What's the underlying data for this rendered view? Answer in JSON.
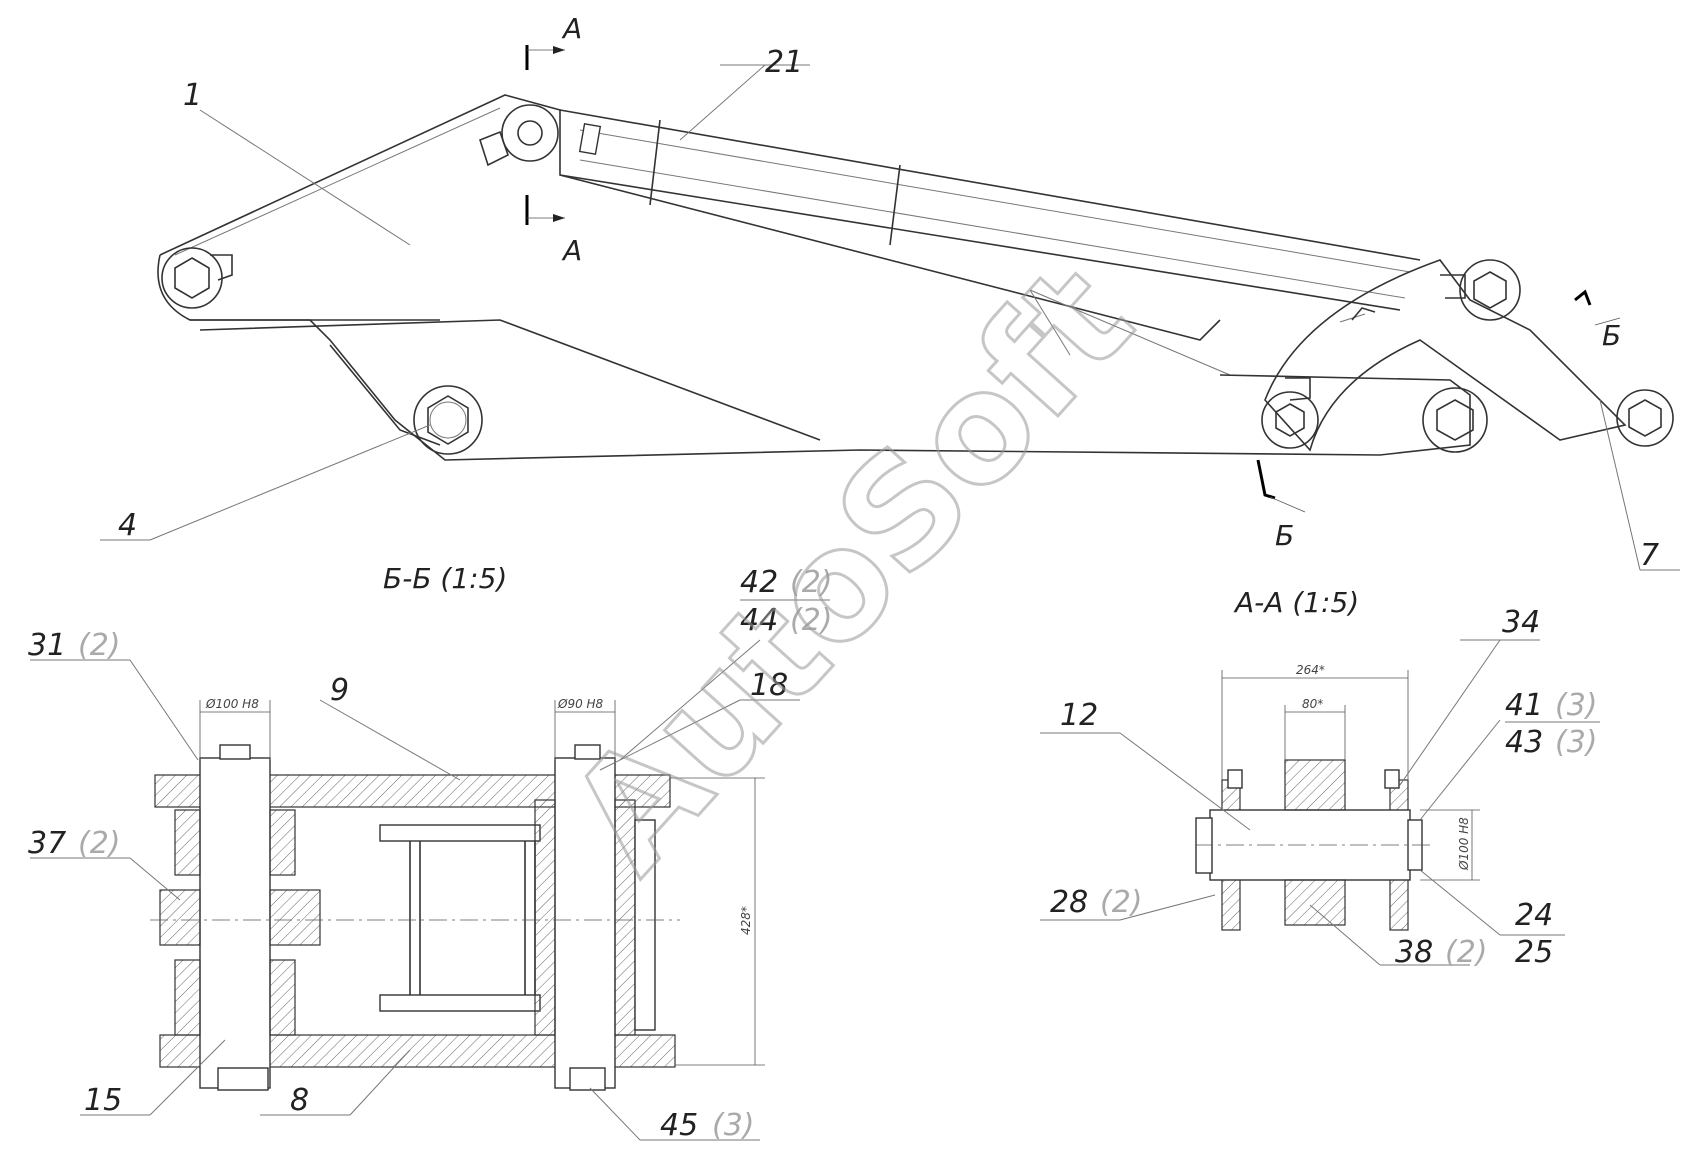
{
  "watermark": "AutoSoft",
  "section_titles": {
    "bb": "Б-Б (1:5)",
    "aa": "А-А (1:5)"
  },
  "section_markers": {
    "a_top": "А",
    "a_bottom": "А",
    "b_top": "Б",
    "b_bottom": "Б"
  },
  "callouts": {
    "p1": "1",
    "p4": "4",
    "p7": "7",
    "p8": "8",
    "p9": "9",
    "p12": "12",
    "p15": "15",
    "p18": "18",
    "p21": "21",
    "p24": "24",
    "p25": "25",
    "p28": "28",
    "p31": "31",
    "p34": "34",
    "p37": "37",
    "p38": "38",
    "p41": "41",
    "p42": "42",
    "p43": "43",
    "p44": "44",
    "p45": "45"
  },
  "quantities": {
    "q28": "(2)",
    "q31": "(2)",
    "q37": "(2)",
    "q38": "(2)",
    "q41": "(3)",
    "q42": "(2)",
    "q43": "(3)",
    "q44": "(2)",
    "q45": "(3)"
  },
  "dimensions": {
    "d_left_bore": "Ø100 H8",
    "d_right_bore": "Ø90 H8",
    "d_height": "428*",
    "d_aa_width": "264*",
    "d_aa_inner": "80*",
    "d_aa_bore": "Ø100 H8"
  }
}
